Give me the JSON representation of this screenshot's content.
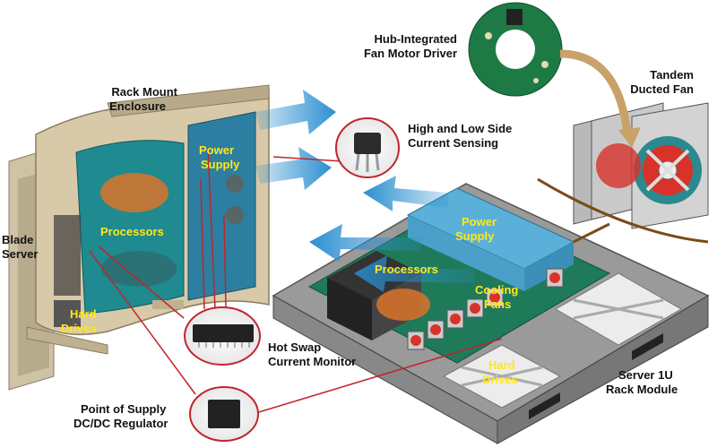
{
  "labels": {
    "hub_driver": [
      "Hub-Integrated",
      "Fan Motor Driver"
    ],
    "rack_enclosure": [
      "Rack Mount",
      "Enclosure"
    ],
    "tandem_fan": [
      "Tandem",
      "Ducted Fan"
    ],
    "current_sensing": [
      "High and Low Side",
      "Current Sensing"
    ],
    "blade_server": [
      "Blade",
      "Server"
    ],
    "hot_swap": [
      "Hot Swap",
      "Current Monitor"
    ],
    "server_1u": [
      "Server 1U",
      "Rack Module"
    ],
    "pos_regulator": [
      "Point of Supply",
      "DC/DC Regulator"
    ]
  },
  "callouts": {
    "blade_power": [
      "Power",
      "Supply"
    ],
    "blade_processors": "Processors",
    "blade_hard_drives": [
      "Hard",
      "Drives"
    ],
    "rack_power": [
      "Power",
      "Supply"
    ],
    "rack_processors": "Processors",
    "rack_cooling": [
      "Cooling",
      "Fans"
    ],
    "rack_hard_drives": [
      "Hard",
      "Drives"
    ]
  },
  "colors": {
    "airflow": "#2b8fd0",
    "callout_line": "#c0252b",
    "callout_text": "#ffe81a",
    "enclosure": "#d8c9a8",
    "board": "#1f7a5a",
    "fan_red": "#d8322a"
  }
}
